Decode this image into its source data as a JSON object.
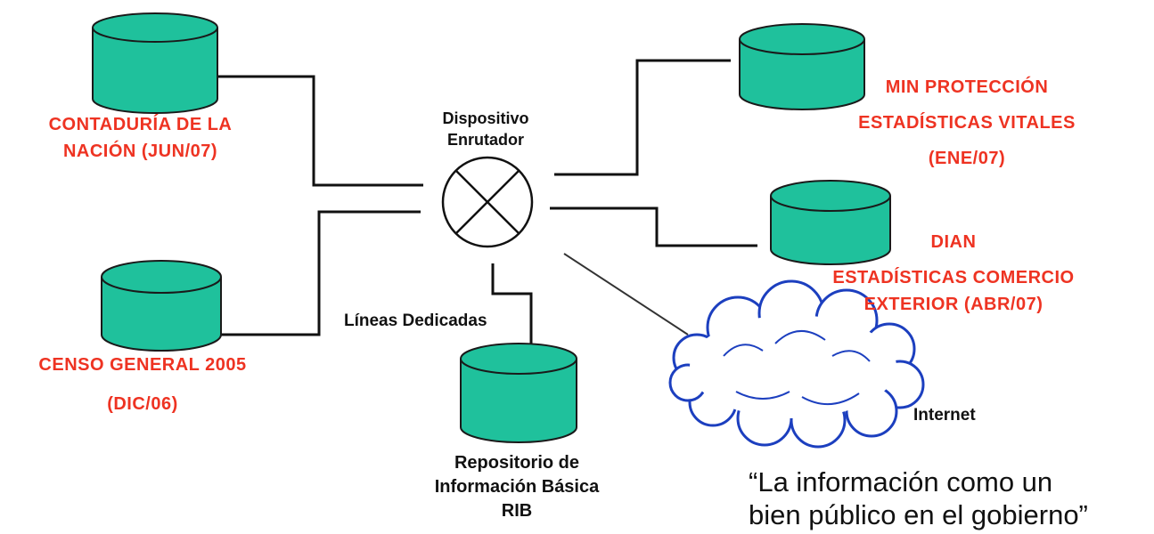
{
  "colors": {
    "db_fill": "#1fc19c",
    "db_stroke": "#1a1a1a",
    "red_label": "#ee3322",
    "line": "#111111"
  },
  "router": {
    "label_line1": "Dispositivo",
    "label_line2": "Enrutador",
    "icon": "router-cross-icon"
  },
  "sources": {
    "contaduria": {
      "line1": "CONTADURÍA DE LA",
      "line2": "NACIÓN (JUN/07)"
    },
    "censo": {
      "line1": "CENSO GENERAL 2005",
      "line2": "(DIC/06)"
    },
    "minproteccion": {
      "line1": "MIN PROTECCIÓN",
      "line2": "ESTADÍSTICAS VITALES",
      "line3": "(ENE/07)"
    },
    "dian": {
      "line1": "DIAN",
      "line2": "ESTADÍSTICAS COMERCIO",
      "line3": "EXTERIOR (ABR/07)"
    }
  },
  "repository": {
    "line1": "Repositorio de",
    "line2": "Información Básica",
    "line3": "RIB"
  },
  "lines_label": "Líneas Dedicadas",
  "internet_label": "Internet",
  "quote": {
    "line1": "“La información como un",
    "line2": "bien público en el gobierno”"
  }
}
